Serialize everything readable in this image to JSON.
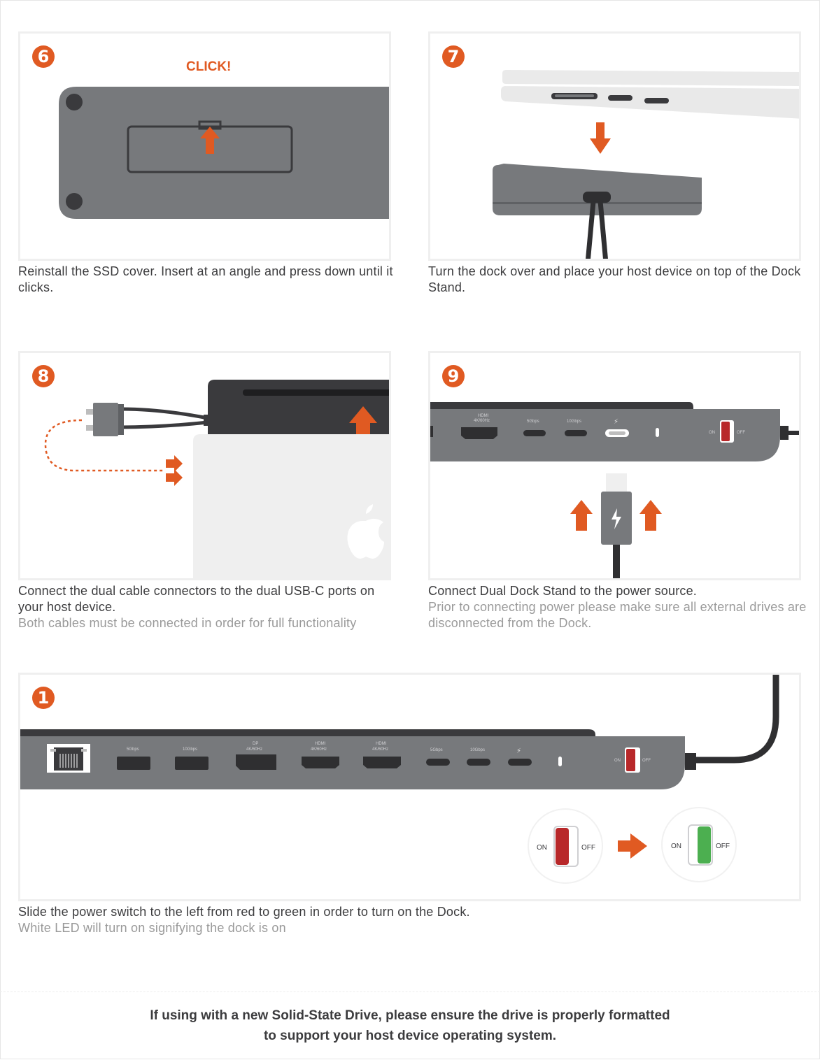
{
  "steps": [
    {
      "number": "6",
      "badge_text": "CLICK!",
      "caption": "Reinstall the SSD cover. Insert at an angle and press down until it clicks.",
      "note": ""
    },
    {
      "number": "7",
      "caption": "Turn the dock over and place your host device on top of the Dock Stand.",
      "note": ""
    },
    {
      "number": "8",
      "caption": "Connect the dual cable connectors to the dual USB-C ports on your host device.",
      "note": "Both cables must be connected in order for full functionality"
    },
    {
      "number": "9",
      "caption": "Connect Dual Dock Stand to the power source.",
      "note": "Prior to connecting power please make sure all external drives are disconnected from the Dock."
    },
    {
      "number": "1",
      "caption": "Slide the power switch to the left from red to green in order to turn on the Dock.",
      "note": "White LED will turn on signifying the dock is on"
    }
  ],
  "port_labels": {
    "hdmi": "HDMI",
    "hdmi_res": "4K/60Hz",
    "dp": "DP",
    "dp_res": "4K/60Hz",
    "gbps5": "5Gbps",
    "gbps10": "10Gbps",
    "on": "ON",
    "off": "OFF"
  },
  "footer": {
    "line1": "If using with a new Solid-State Drive, please ensure the drive is properly formatted",
    "line2": "to support your host device operating system."
  },
  "colors": {
    "accent": "#e05a22",
    "dock_gray": "#77797c",
    "dark": "#3a3a3d",
    "switch_red": "#b8282a",
    "switch_green": "#4caf50"
  }
}
